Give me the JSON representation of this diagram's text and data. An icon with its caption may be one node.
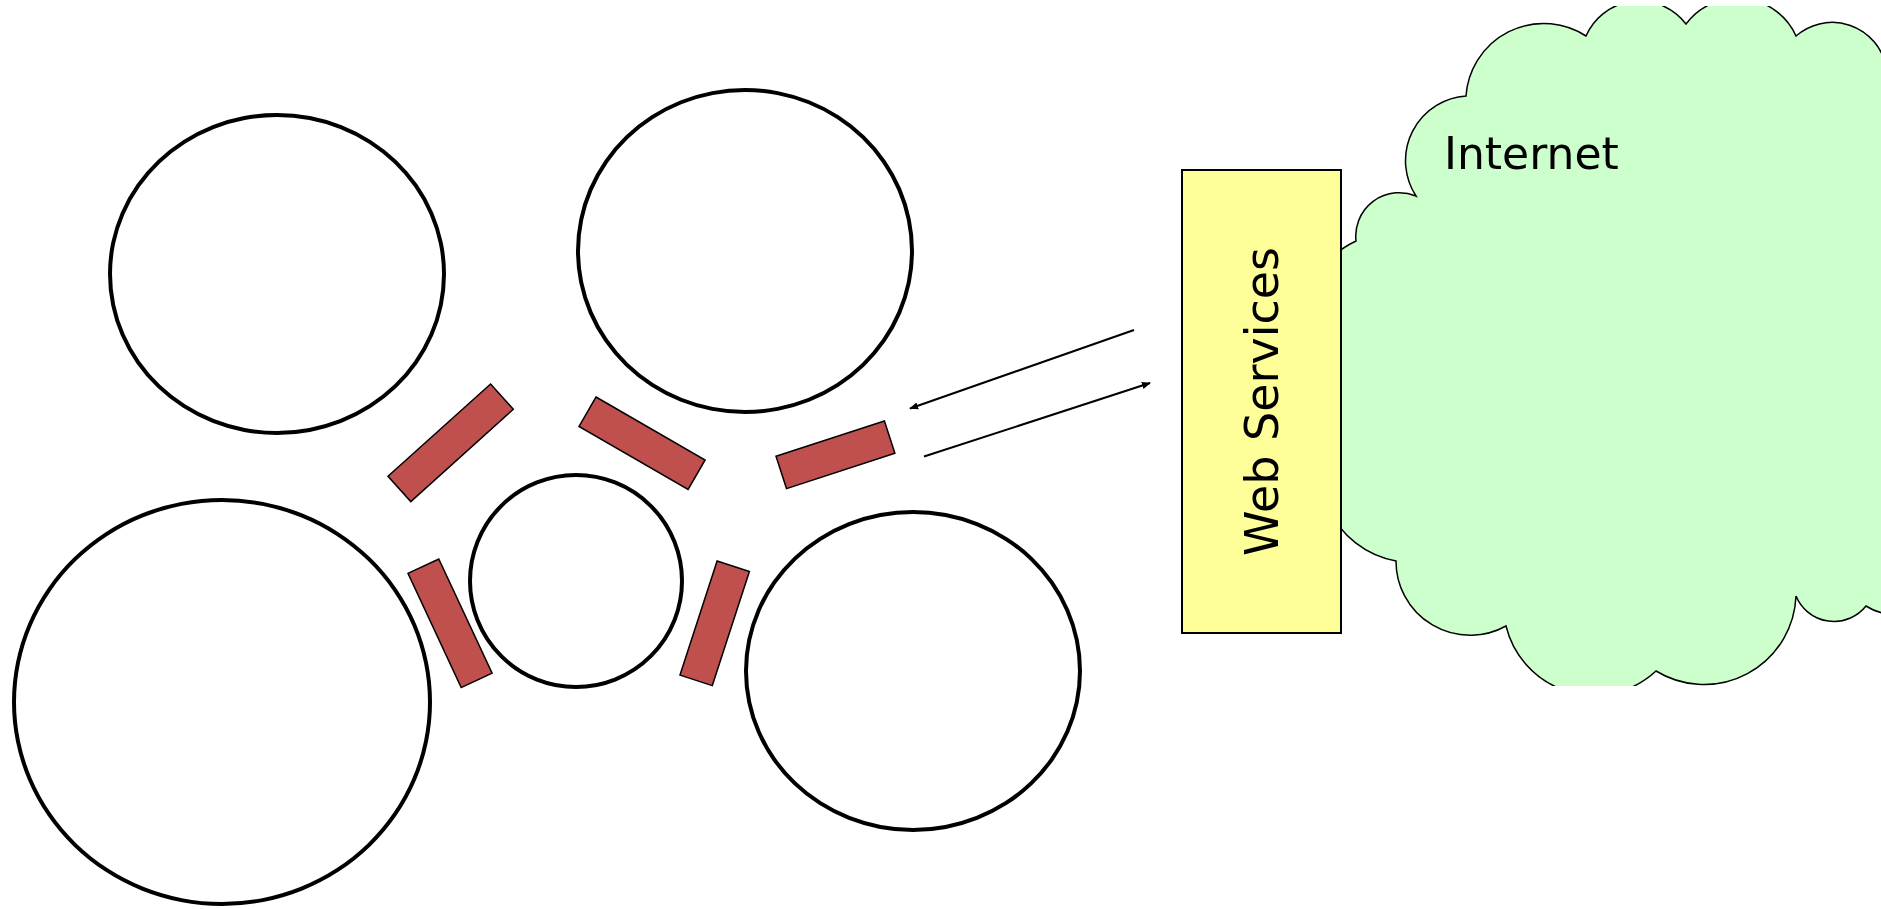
{
  "diagram": {
    "nodes": [
      {
        "text": [],
        "shape": "circle"
      },
      {
        "text": [],
        "shape": "circle"
      },
      {
        "text": [
          "Web Services"
        ]
      },
      {
        "text": [
          "Internet"
        ]
      },
      {
        "text": [],
        "shape": "bar"
      },
      {
        "text": [],
        "shape": "bar"
      },
      {
        "text": [],
        "shape": "bar"
      },
      {
        "text": [],
        "shape": "circle"
      },
      {
        "text": [],
        "shape": "bar"
      },
      {
        "text": [],
        "shape": "bar"
      },
      {
        "text": [],
        "shape": "circle"
      },
      {
        "text": [],
        "shape": "circle"
      }
    ],
    "edges": [
      {
        "from": 2,
        "to": 6,
        "arrow": "to"
      },
      {
        "from": 6,
        "to": 2,
        "arrow": "to"
      }
    ]
  }
}
